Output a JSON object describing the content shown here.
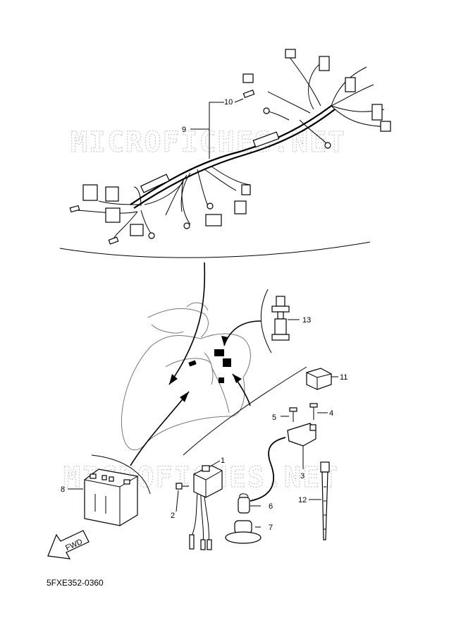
{
  "watermark": {
    "top": "MICROFICHES.NET",
    "bottom": "MICROFICHES.NET"
  },
  "callouts": {
    "p1": "1",
    "p2": "2",
    "p3": "3",
    "p4": "4",
    "p5": "5",
    "p6": "6",
    "p7": "7",
    "p8": "8",
    "p9": "9",
    "p10": "10",
    "p11": "11",
    "p12": "12",
    "p13": "13"
  },
  "fwd_label": "FWD",
  "diagram_code": "5FXE352-0360"
}
